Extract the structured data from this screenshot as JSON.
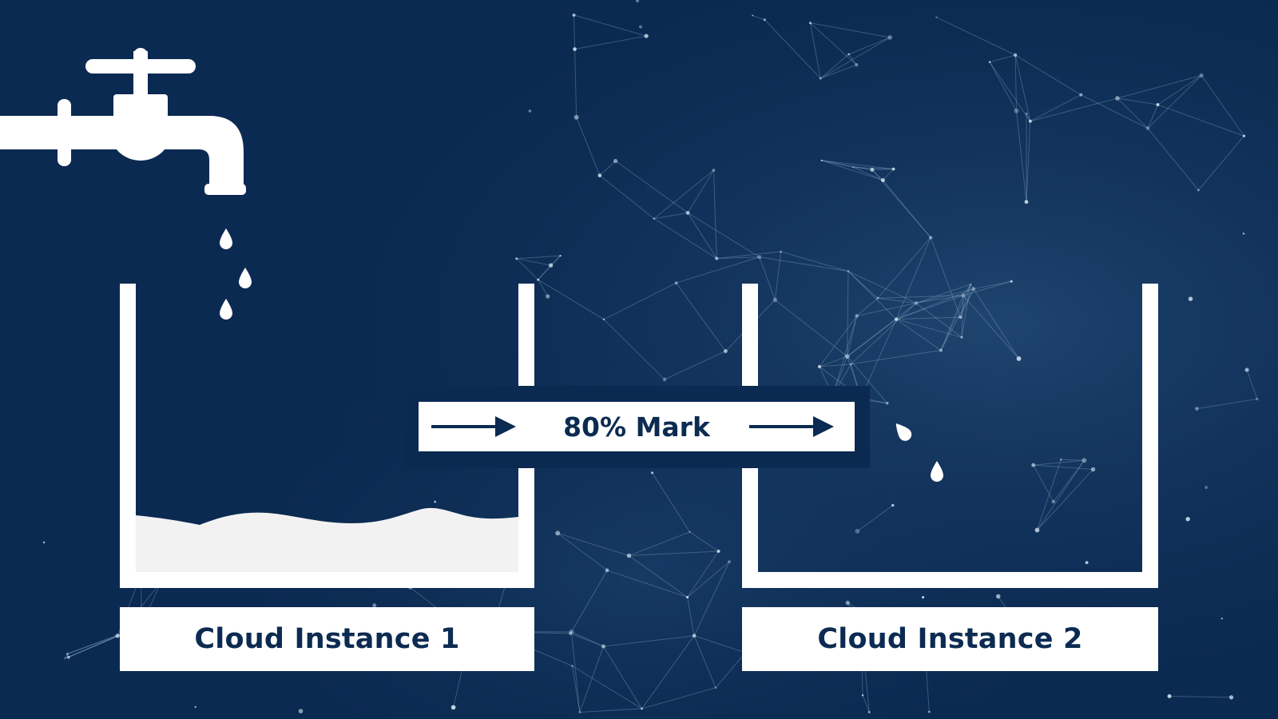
{
  "colors": {
    "background": "#0b2a52",
    "accent_text": "#0c2b52",
    "water": "#f2f2f2",
    "white": "#ffffff"
  },
  "labels": {
    "instance_1": "Cloud Instance 1",
    "instance_2": "Cloud Instance 2",
    "mark": "80% Mark"
  },
  "icons": {
    "source": "faucet-icon",
    "drop": "water-drop-icon",
    "arrow": "arrow-right-icon"
  }
}
